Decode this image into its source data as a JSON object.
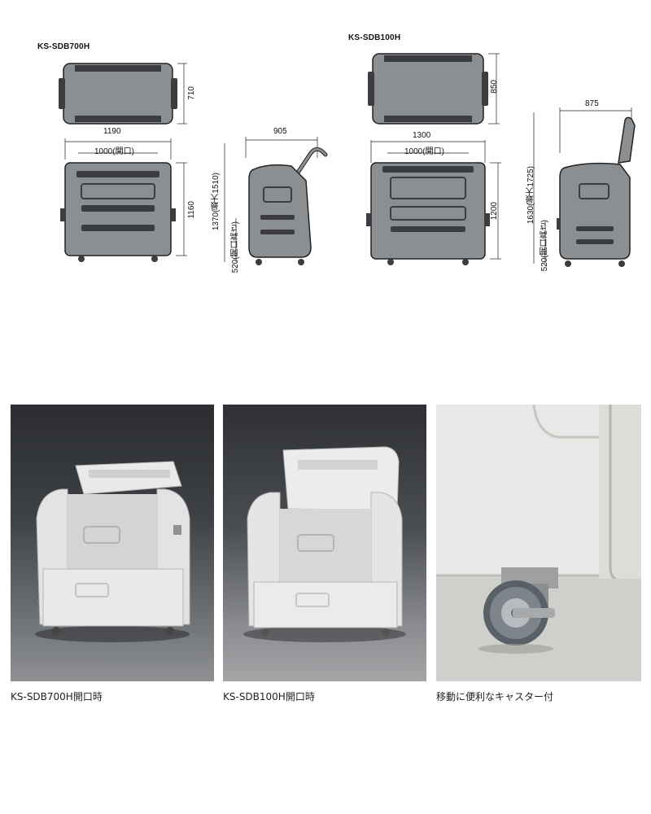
{
  "models": {
    "small": {
      "label": "KS-SDB700H",
      "top_depth": "710",
      "front_width": "1190",
      "front_opening": "1000(開口)",
      "front_height": "1160",
      "side_depth": "905",
      "side_height": "1370(最大1510)",
      "side_opening": "520(開口高さ)"
    },
    "large": {
      "label": "KS-SDB100H",
      "top_depth": "850",
      "front_width": "1300",
      "front_opening": "1000(開口)",
      "front_height": "1200",
      "side_depth": "875",
      "side_height": "1630(最大1725)",
      "side_opening": "520(開口高さ)"
    }
  },
  "captions": {
    "photo1": "KS-SDB700H開口時",
    "photo2": "KS-SDB100H開口時",
    "photo3": "移動に便利なキャスター付"
  },
  "colors": {
    "body_gray": "#8c8f92",
    "body_dark": "#3b3d40",
    "photo_bg_dark": "#2e3033",
    "unit_light": "#e6e7e6"
  }
}
